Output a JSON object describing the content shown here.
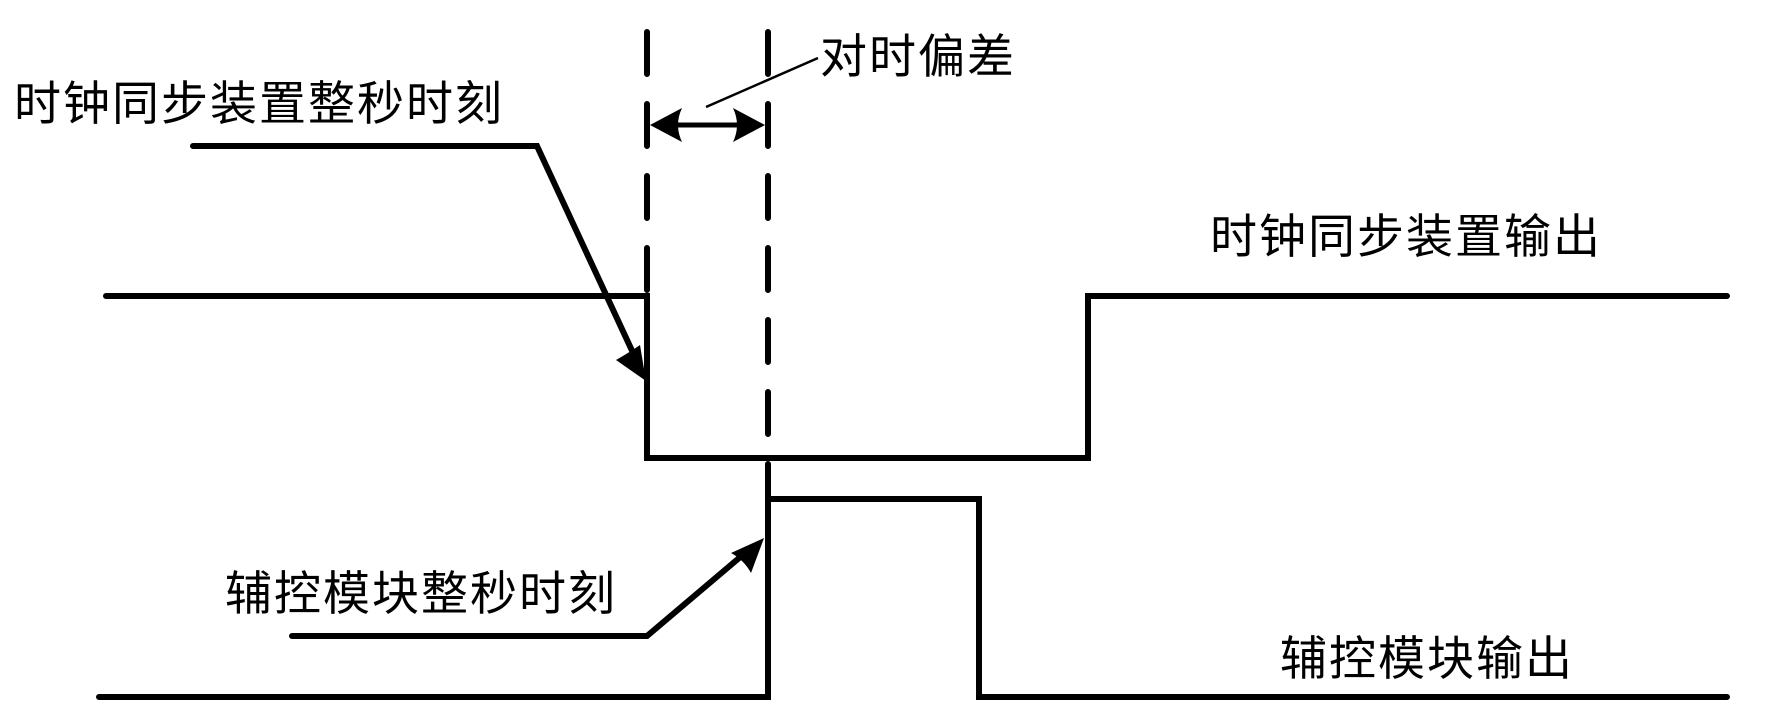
{
  "title": "时钟同步装置与辅控模块整秒时刻对时偏差示意图",
  "labels": {
    "sync_device_second_instant": "时钟同步装置整秒时刻",
    "time_offset": "对时偏差",
    "sync_device_output": "时钟同步装置输出",
    "aux_module_second_instant": "辅控模块整秒时刻",
    "aux_module_output": "辅控模块输出"
  },
  "signals": [
    {
      "name": "时钟同步装置输出",
      "description": "high → falling edge at sync-device second instant → low → rising edge back to high",
      "sequence": [
        "high",
        "low",
        "high"
      ]
    },
    {
      "name": "辅控模块输出",
      "description": "low → rising edge at aux-module second instant → high pulse → falling back to low",
      "sequence": [
        "low",
        "high",
        "low"
      ]
    }
  ],
  "annotation": {
    "marker_style": "dashed vertical lines at both second instants with a double-headed arrow between them",
    "meaning": "对时偏差"
  },
  "colors": {
    "stroke": "#000000",
    "background": "#ffffff"
  }
}
